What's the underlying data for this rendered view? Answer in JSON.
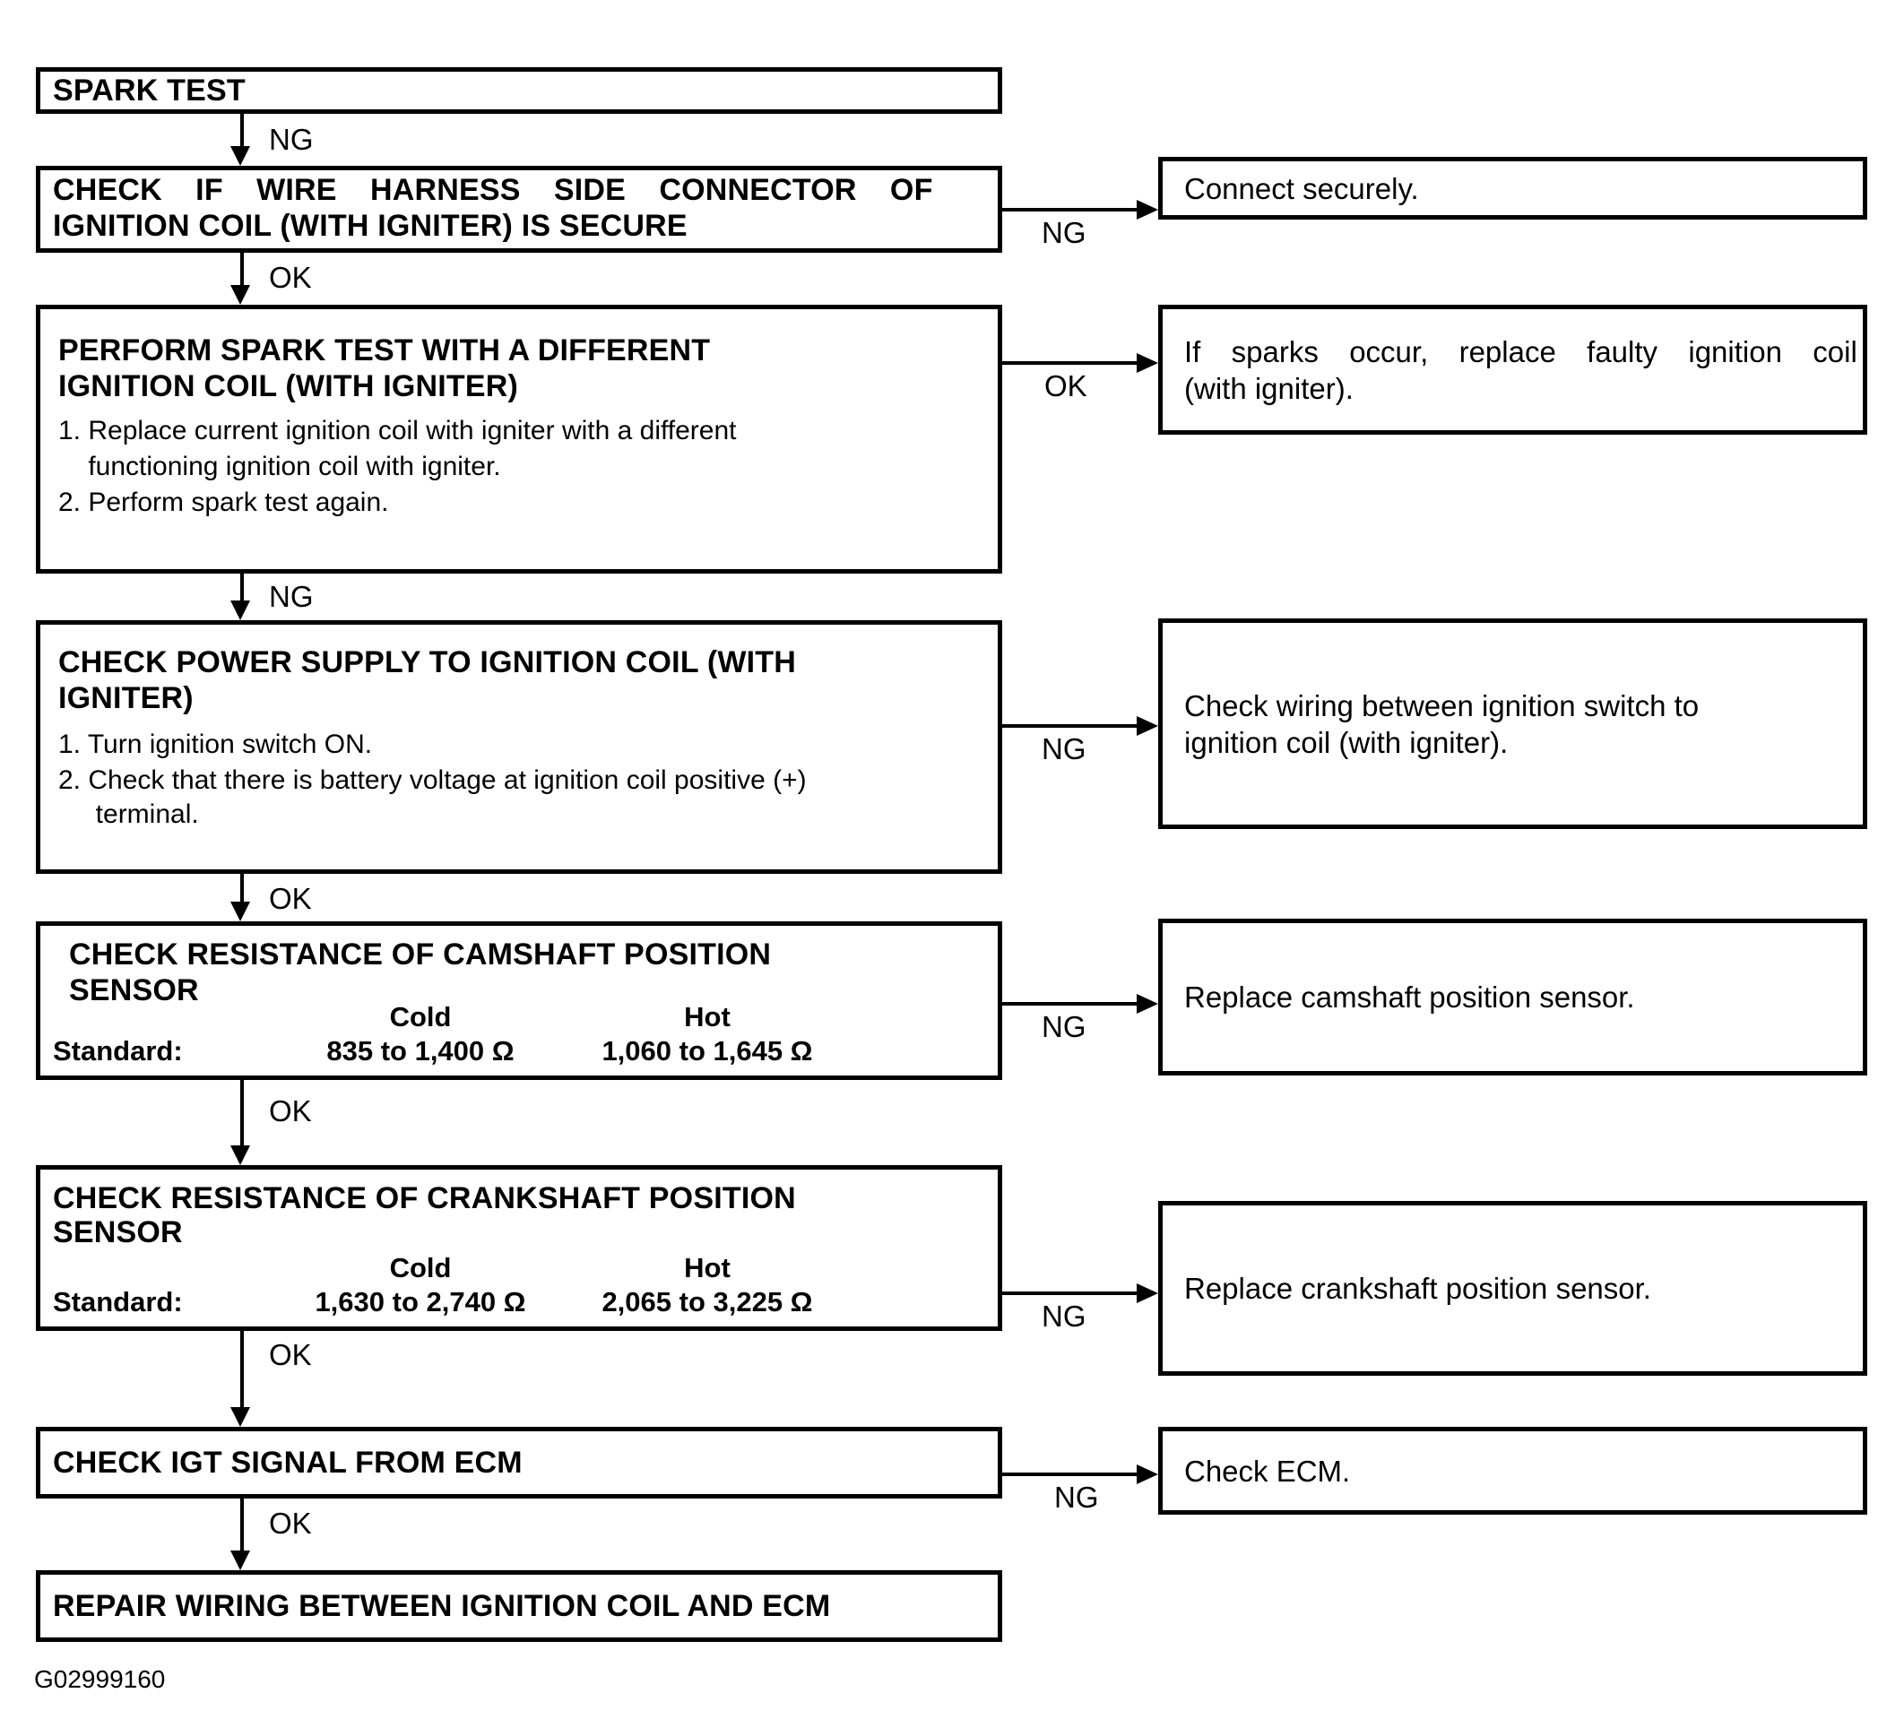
{
  "figure": {
    "code": "G02999160"
  },
  "left_column": {
    "boxes": [
      {
        "id": "spark-test",
        "heading": "SPARK TEST"
      },
      {
        "id": "check-connector",
        "heading_line1": "CHECK  IF  WIRE  HARNESS  SIDE  CONNECTOR  OF",
        "heading_line2": "IGNITION COIL (WITH IGNITER) IS SECURE"
      },
      {
        "id": "perform-spark-test-different-coil",
        "heading_line1": "PERFORM SPARK TEST WITH A DIFFERENT",
        "heading_line2": "IGNITION COIL (WITH IGNITER)",
        "steps": [
          "1. Replace current ignition coil with igniter with a different",
          "    functioning ignition coil with igniter.",
          "2. Perform spark test again."
        ]
      },
      {
        "id": "check-power-supply",
        "heading_line1": "CHECK POWER SUPPLY TO IGNITION COIL (WITH",
        "heading_line2": "IGNITER)",
        "steps": [
          "1. Turn ignition switch ON.",
          "2. Check that there is battery voltage at ignition coil positive (+)",
          "     terminal."
        ]
      },
      {
        "id": "check-camshaft-resistance",
        "heading_line1": "CHECK RESISTANCE OF CAMSHAFT POSITION",
        "heading_line2": "SENSOR",
        "spec": {
          "label": "Standard:",
          "col_cold": "Cold",
          "col_hot": "Hot",
          "value_cold": "835 to 1,400 Ω",
          "value_hot": "1,060 to 1,645 Ω"
        }
      },
      {
        "id": "check-crankshaft-resistance",
        "heading_line1": "CHECK RESISTANCE OF CRANKSHAFT POSITION",
        "heading_line2": "SENSOR",
        "spec": {
          "label": "Standard:",
          "col_cold": "Cold",
          "col_hot": "Hot",
          "value_cold": "1,630 to 2,740 Ω",
          "value_hot": "2,065 to 3,225 Ω"
        }
      },
      {
        "id": "check-igt-signal",
        "heading": "CHECK IGT SIGNAL FROM ECM"
      },
      {
        "id": "repair-wiring",
        "heading": "REPAIR WIRING BETWEEN IGNITION COIL AND ECM"
      }
    ]
  },
  "right_column": {
    "boxes": [
      {
        "id": "connect-securely",
        "line1": "Connect securely."
      },
      {
        "id": "replace-faulty-coil",
        "line1": "If  sparks  occur,  replace  faulty  ignition  coil",
        "line2": "(with igniter)."
      },
      {
        "id": "check-wiring-switch-to-coil",
        "line1": "Check wiring between ignition switch to",
        "line2": "ignition coil (with igniter)."
      },
      {
        "id": "replace-camshaft-sensor",
        "line1": "Replace camshaft position sensor."
      },
      {
        "id": "replace-crankshaft-sensor",
        "line1": "Replace crankshaft position sensor."
      },
      {
        "id": "check-ecm",
        "line1": "Check ECM."
      }
    ]
  },
  "edges": {
    "down": [
      {
        "id": "spark-to-connector",
        "label": "NG"
      },
      {
        "id": "connector-to-perform",
        "label": "OK"
      },
      {
        "id": "perform-to-power",
        "label": "NG"
      },
      {
        "id": "power-to-camshaft",
        "label": "OK"
      },
      {
        "id": "camshaft-to-crankshaft",
        "label": "OK"
      },
      {
        "id": "crankshaft-to-igt",
        "label": "OK"
      },
      {
        "id": "igt-to-repair",
        "label": "OK"
      }
    ],
    "right": [
      {
        "id": "connector-ng",
        "label": "NG"
      },
      {
        "id": "perform-ok",
        "label": "OK"
      },
      {
        "id": "power-ng",
        "label": "NG"
      },
      {
        "id": "camshaft-ng",
        "label": "NG"
      },
      {
        "id": "crankshaft-ng",
        "label": "NG"
      },
      {
        "id": "igt-ng",
        "label": "NG"
      }
    ]
  }
}
